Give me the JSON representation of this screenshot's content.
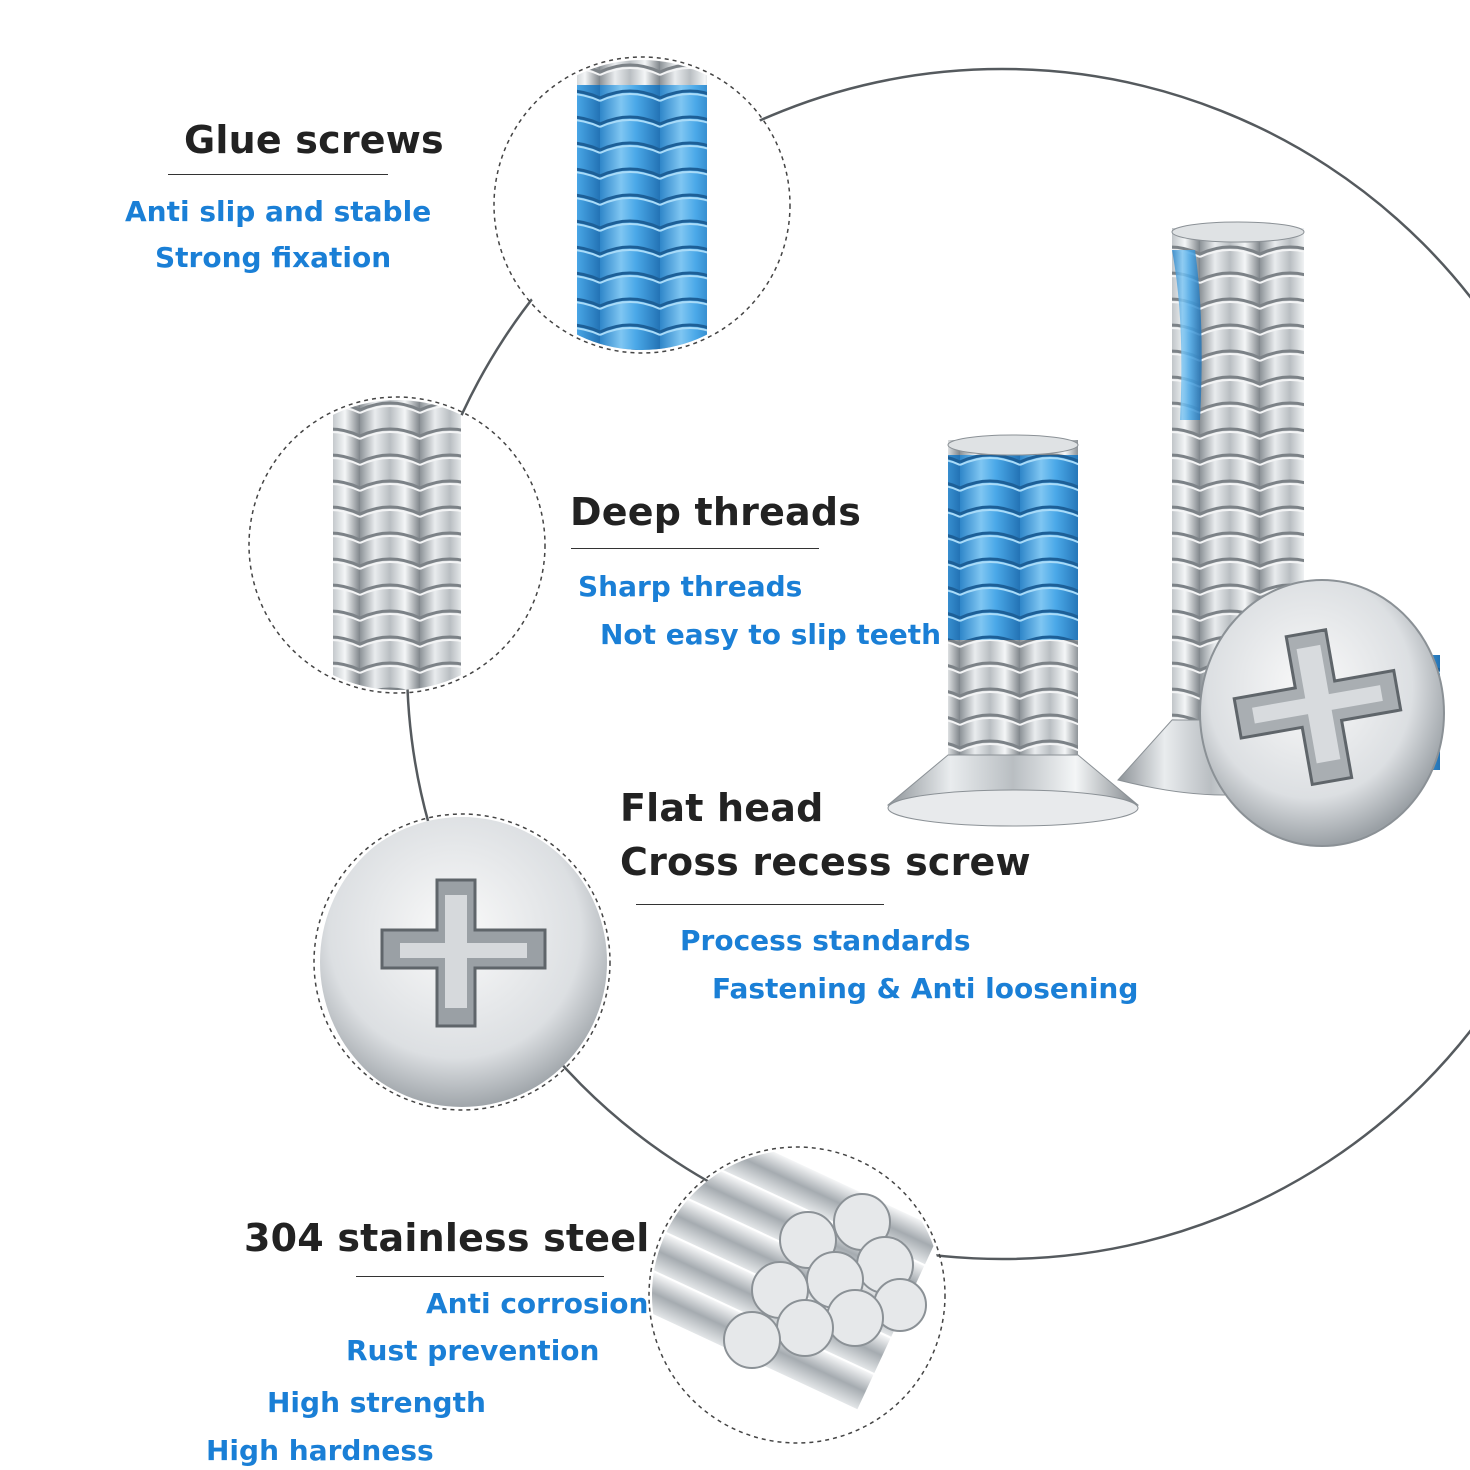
{
  "features": [
    {
      "title": [
        "Glue screws"
      ],
      "points": [
        "Anti slip and stable",
        "Strong fixation"
      ]
    },
    {
      "title": [
        "Deep threads"
      ],
      "points": [
        "Sharp threads",
        "Not easy to slip teeth"
      ]
    },
    {
      "title": [
        "Flat head",
        "Cross recess screw"
      ],
      "points": [
        "Process standards",
        "Fastening & Anti loosening"
      ]
    },
    {
      "title": [
        "304 stainless steel"
      ],
      "points": [
        "Anti corrosion",
        "Rust prevention",
        "High strength",
        "High hardness"
      ]
    }
  ],
  "colors": {
    "heading": "#222222",
    "accent_text": "#1a7fd6",
    "thread_locker": "#4aa8e8",
    "steel": "#c8ccd0",
    "background": "#ffffff"
  },
  "icons": [
    "glue-thread-closeup-icon",
    "deep-thread-closeup-icon",
    "cross-recess-head-icon",
    "steel-rod-bundle-icon",
    "short-screw-icon",
    "long-screw-icon",
    "screw-head-icon"
  ]
}
